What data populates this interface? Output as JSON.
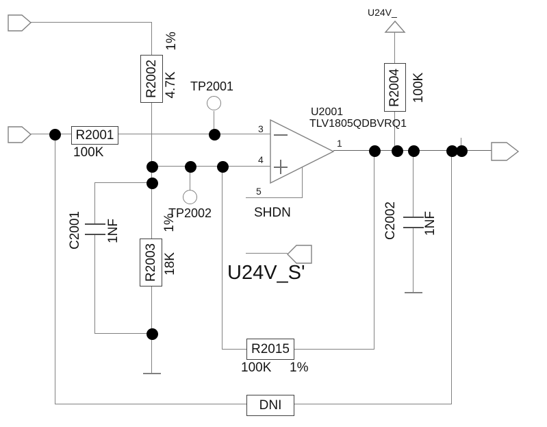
{
  "colors": {
    "wire": "#808080",
    "wire_dark": "#5f5f5f",
    "box_border": "#3f3f3f",
    "text": "#131313",
    "dot": "#000000",
    "background": "#ffffff"
  },
  "components": {
    "r2001": {
      "ref": "R2001",
      "value": "100K"
    },
    "r2002": {
      "ref": "R2002",
      "value": "4.7K",
      "tolerance": "1%"
    },
    "r2003": {
      "ref": "R2003",
      "value": "18K",
      "tolerance": "1%"
    },
    "r2004": {
      "ref": "R2004",
      "value": "100K"
    },
    "r2015": {
      "ref": "R2015",
      "value": "100K",
      "tolerance": "1%"
    },
    "c2001": {
      "ref": "C2001",
      "value": "1NF"
    },
    "c2002": {
      "ref": "C2002",
      "value": "1NF"
    },
    "u2001": {
      "ref": "U2001",
      "part_number": "TLV1805QDBVRQ1",
      "pin_noninv": "3",
      "pin_inv": "4",
      "pin_shdn": "5",
      "pin_out": "1",
      "shdn_pin_name": "SHDN"
    },
    "dni": {
      "label": "DNI"
    }
  },
  "testpoints": {
    "tp2001": {
      "ref": "TP2001"
    },
    "tp2002": {
      "ref": "TP2002"
    }
  },
  "nets": {
    "supply_rail": "U24V_",
    "shutdown_net": "U24V_S'"
  }
}
